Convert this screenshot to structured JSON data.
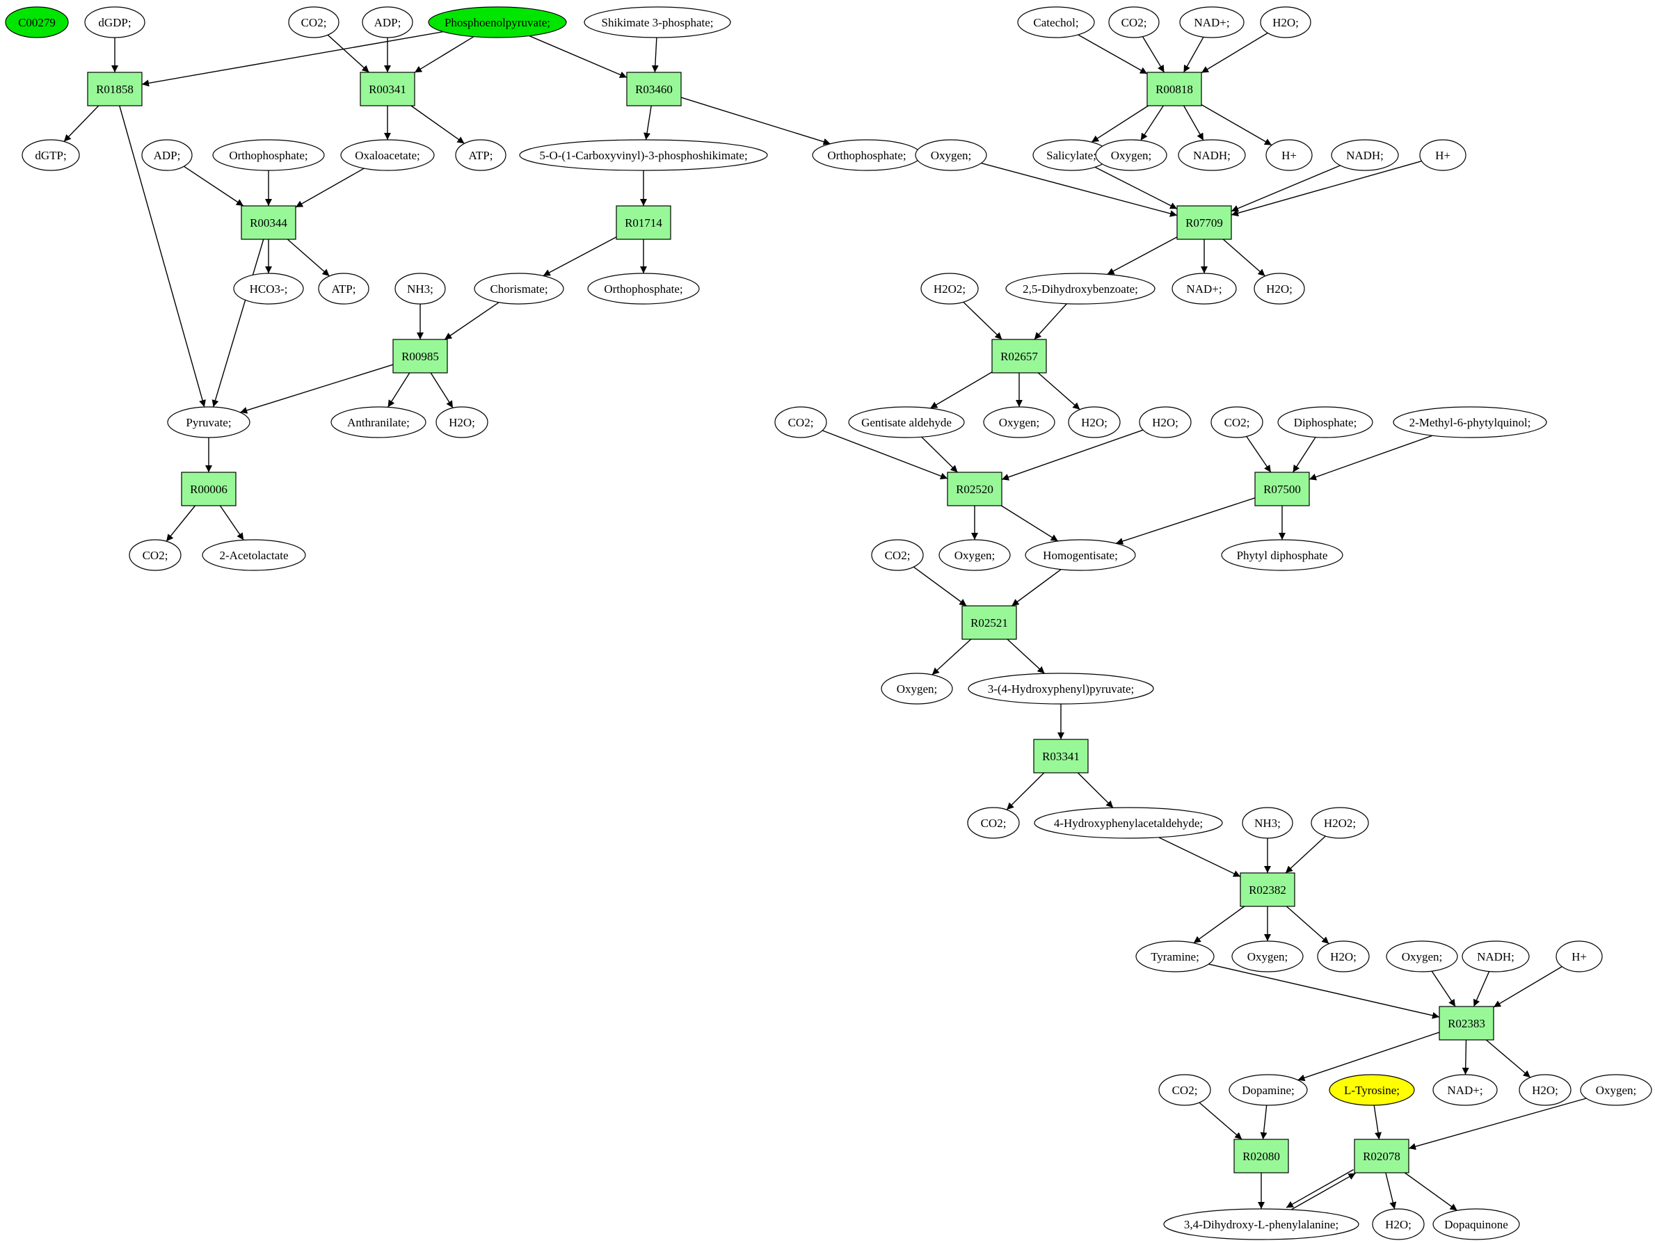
{
  "colors": {
    "reaction_fill": "#98f898",
    "compound_fill": "#ffffff",
    "source_fill": "#00e600",
    "target_fill": "#ffff00",
    "stroke": "#000000"
  },
  "reactions": [
    {
      "id": "R01858",
      "label": "R01858"
    },
    {
      "id": "R00341",
      "label": "R00341"
    },
    {
      "id": "R03460",
      "label": "R03460"
    },
    {
      "id": "R00344",
      "label": "R00344"
    },
    {
      "id": "R01714",
      "label": "R01714"
    },
    {
      "id": "R00985",
      "label": "R00985"
    },
    {
      "id": "R00006",
      "label": "R00006"
    },
    {
      "id": "R00818",
      "label": "R00818"
    },
    {
      "id": "R07709",
      "label": "R07709"
    },
    {
      "id": "R02657",
      "label": "R02657"
    },
    {
      "id": "R02520",
      "label": "R02520"
    },
    {
      "id": "R07500",
      "label": "R07500"
    },
    {
      "id": "R02521",
      "label": "R02521"
    },
    {
      "id": "R03341",
      "label": "R03341"
    },
    {
      "id": "R02382",
      "label": "R02382"
    },
    {
      "id": "R02383",
      "label": "R02383"
    },
    {
      "id": "R02080",
      "label": "R02080"
    },
    {
      "id": "R02078",
      "label": "R02078"
    }
  ],
  "compounds": [
    {
      "id": "c00279",
      "label": "C00279",
      "role": "source"
    },
    {
      "id": "dgdp",
      "label": "dGDP;"
    },
    {
      "id": "co2_a",
      "label": "CO2;"
    },
    {
      "id": "adp_a",
      "label": "ADP;"
    },
    {
      "id": "pep",
      "label": "Phosphoenolpyruvate;",
      "role": "source"
    },
    {
      "id": "s3p",
      "label": "Shikimate 3-phosphate;"
    },
    {
      "id": "dgtp",
      "label": "dGTP;"
    },
    {
      "id": "oxa",
      "label": "Oxaloacetate;"
    },
    {
      "id": "atp_a",
      "label": "ATP;"
    },
    {
      "id": "epsp",
      "label": "5-O-(1-Carboxyvinyl)-3-phosphoshikimate;"
    },
    {
      "id": "pi_a",
      "label": "Orthophosphate;"
    },
    {
      "id": "adp_b",
      "label": "ADP;"
    },
    {
      "id": "pi_b",
      "label": "Orthophosphate;"
    },
    {
      "id": "hco3",
      "label": "HCO3-;"
    },
    {
      "id": "atp_b",
      "label": "ATP;"
    },
    {
      "id": "nh3_a",
      "label": "NH3;"
    },
    {
      "id": "chor",
      "label": "Chorismate;"
    },
    {
      "id": "pi_c",
      "label": "Orthophosphate;"
    },
    {
      "id": "pyr",
      "label": "Pyruvate;"
    },
    {
      "id": "anth",
      "label": "Anthranilate;"
    },
    {
      "id": "h2o_a",
      "label": "H2O;"
    },
    {
      "id": "co2_b",
      "label": "CO2;"
    },
    {
      "id": "acl",
      "label": "2-Acetolactate"
    },
    {
      "id": "cat",
      "label": "Catechol;"
    },
    {
      "id": "co2_c",
      "label": "CO2;"
    },
    {
      "id": "nadp_a",
      "label": "NAD+;"
    },
    {
      "id": "h2o_b",
      "label": "H2O;"
    },
    {
      "id": "oxy_a",
      "label": "Oxygen;"
    },
    {
      "id": "sal",
      "label": "Salicylate;"
    },
    {
      "id": "oxy_b",
      "label": "Oxygen;"
    },
    {
      "id": "nadh_a",
      "label": "NADH;"
    },
    {
      "id": "hp_a",
      "label": "H+"
    },
    {
      "id": "nadh_b",
      "label": "NADH;"
    },
    {
      "id": "hp_b",
      "label": "H+"
    },
    {
      "id": "h2o2_a",
      "label": "H2O2;"
    },
    {
      "id": "dhb",
      "label": "2,5-Dihydroxybenzoate;"
    },
    {
      "id": "nadp_b",
      "label": "NAD+;"
    },
    {
      "id": "h2o_c",
      "label": "H2O;"
    },
    {
      "id": "co2_d",
      "label": "CO2;"
    },
    {
      "id": "gald",
      "label": "Gentisate aldehyde"
    },
    {
      "id": "oxy_c",
      "label": "Oxygen;"
    },
    {
      "id": "h2o_d",
      "label": "H2O;"
    },
    {
      "id": "h2o_e",
      "label": "H2O;"
    },
    {
      "id": "co2_e",
      "label": "CO2;"
    },
    {
      "id": "ppi",
      "label": "Diphosphate;"
    },
    {
      "id": "mpq",
      "label": "2-Methyl-6-phytylquinol;"
    },
    {
      "id": "co2_f",
      "label": "CO2;"
    },
    {
      "id": "oxy_d",
      "label": "Oxygen;"
    },
    {
      "id": "hga",
      "label": "Homogentisate;"
    },
    {
      "id": "phdp",
      "label": "Phytyl diphosphate"
    },
    {
      "id": "oxy_e",
      "label": "Oxygen;"
    },
    {
      "id": "hpp",
      "label": "3-(4-Hydroxyphenyl)pyruvate;"
    },
    {
      "id": "co2_g",
      "label": "CO2;"
    },
    {
      "id": "hpa",
      "label": "4-Hydroxyphenylacetaldehyde;"
    },
    {
      "id": "nh3_b",
      "label": "NH3;"
    },
    {
      "id": "h2o2_b",
      "label": "H2O2;"
    },
    {
      "id": "tyra",
      "label": "Tyramine;"
    },
    {
      "id": "oxy_f",
      "label": "Oxygen;"
    },
    {
      "id": "h2o_f",
      "label": "H2O;"
    },
    {
      "id": "oxy_g",
      "label": "Oxygen;"
    },
    {
      "id": "nadh_c",
      "label": "NADH;"
    },
    {
      "id": "hp_c",
      "label": "H+"
    },
    {
      "id": "co2_h",
      "label": "CO2;"
    },
    {
      "id": "dopa",
      "label": "Dopamine;"
    },
    {
      "id": "ltyr",
      "label": "L-Tyrosine;",
      "role": "target"
    },
    {
      "id": "nadp_c",
      "label": "NAD+;"
    },
    {
      "id": "h2o_g",
      "label": "H2O;"
    },
    {
      "id": "oxy_h",
      "label": "Oxygen;"
    },
    {
      "id": "ldopa",
      "label": "3,4-Dihydroxy-L-phenylalanine;"
    },
    {
      "id": "h2o_h",
      "label": "H2O;"
    },
    {
      "id": "dq",
      "label": "Dopaquinone"
    }
  ],
  "edges": [
    [
      "dgdp",
      "R01858"
    ],
    [
      "pep",
      "R01858"
    ],
    [
      "R01858",
      "dgtp"
    ],
    [
      "R01858",
      "pyr"
    ],
    [
      "co2_a",
      "R00341"
    ],
    [
      "adp_a",
      "R00341"
    ],
    [
      "pep",
      "R00341"
    ],
    [
      "R00341",
      "oxa"
    ],
    [
      "R00341",
      "atp_a"
    ],
    [
      "pep",
      "R03460"
    ],
    [
      "s3p",
      "R03460"
    ],
    [
      "R03460",
      "epsp"
    ],
    [
      "R03460",
      "pi_a"
    ],
    [
      "adp_b",
      "R00344"
    ],
    [
      "pi_b",
      "R00344"
    ],
    [
      "oxa",
      "R00344"
    ],
    [
      "R00344",
      "hco3"
    ],
    [
      "R00344",
      "atp_b"
    ],
    [
      "R00344",
      "pyr"
    ],
    [
      "epsp",
      "R01714"
    ],
    [
      "R01714",
      "chor"
    ],
    [
      "R01714",
      "pi_c"
    ],
    [
      "nh3_a",
      "R00985"
    ],
    [
      "chor",
      "R00985"
    ],
    [
      "R00985",
      "pyr"
    ],
    [
      "R00985",
      "anth"
    ],
    [
      "R00985",
      "h2o_a"
    ],
    [
      "pyr",
      "R00006"
    ],
    [
      "R00006",
      "co2_b"
    ],
    [
      "R00006",
      "acl"
    ],
    [
      "cat",
      "R00818"
    ],
    [
      "co2_c",
      "R00818"
    ],
    [
      "nadp_a",
      "R00818"
    ],
    [
      "h2o_b",
      "R00818"
    ],
    [
      "R00818",
      "sal"
    ],
    [
      "R00818",
      "oxy_b"
    ],
    [
      "R00818",
      "nadh_a"
    ],
    [
      "R00818",
      "hp_a"
    ],
    [
      "oxy_a",
      "R07709"
    ],
    [
      "sal",
      "R07709"
    ],
    [
      "nadh_b",
      "R07709"
    ],
    [
      "hp_b",
      "R07709"
    ],
    [
      "R07709",
      "dhb"
    ],
    [
      "R07709",
      "nadp_b"
    ],
    [
      "R07709",
      "h2o_c"
    ],
    [
      "h2o2_a",
      "R02657"
    ],
    [
      "dhb",
      "R02657"
    ],
    [
      "R02657",
      "gald"
    ],
    [
      "R02657",
      "oxy_c"
    ],
    [
      "R02657",
      "h2o_d"
    ],
    [
      "co2_d",
      "R02520"
    ],
    [
      "gald",
      "R02520"
    ],
    [
      "h2o_e",
      "R02520"
    ],
    [
      "R02520",
      "oxy_d"
    ],
    [
      "R02520",
      "hga"
    ],
    [
      "co2_e",
      "R07500"
    ],
    [
      "ppi",
      "R07500"
    ],
    [
      "mpq",
      "R07500"
    ],
    [
      "R07500",
      "hga"
    ],
    [
      "R07500",
      "phdp"
    ],
    [
      "co2_f",
      "R02521"
    ],
    [
      "hga",
      "R02521"
    ],
    [
      "R02521",
      "oxy_e"
    ],
    [
      "R02521",
      "hpp"
    ],
    [
      "hpp",
      "R03341"
    ],
    [
      "R03341",
      "co2_g"
    ],
    [
      "R03341",
      "hpa"
    ],
    [
      "hpa",
      "R02382"
    ],
    [
      "nh3_b",
      "R02382"
    ],
    [
      "h2o2_b",
      "R02382"
    ],
    [
      "R02382",
      "tyra"
    ],
    [
      "R02382",
      "oxy_f"
    ],
    [
      "R02382",
      "h2o_f"
    ],
    [
      "tyra",
      "R02383"
    ],
    [
      "oxy_g",
      "R02383"
    ],
    [
      "nadh_c",
      "R02383"
    ],
    [
      "hp_c",
      "R02383"
    ],
    [
      "R02383",
      "dopa"
    ],
    [
      "R02383",
      "nadp_c"
    ],
    [
      "R02383",
      "h2o_g"
    ],
    [
      "co2_h",
      "R02080"
    ],
    [
      "dopa",
      "R02080"
    ],
    [
      "R02080",
      "ldopa"
    ],
    [
      "ltyr",
      "R02078"
    ],
    [
      "oxy_h",
      "R02078"
    ],
    [
      "R02078",
      "ldopa"
    ],
    [
      "ldopa",
      "R02078"
    ],
    [
      "R02078",
      "h2o_h"
    ],
    [
      "R02078",
      "dq"
    ]
  ]
}
